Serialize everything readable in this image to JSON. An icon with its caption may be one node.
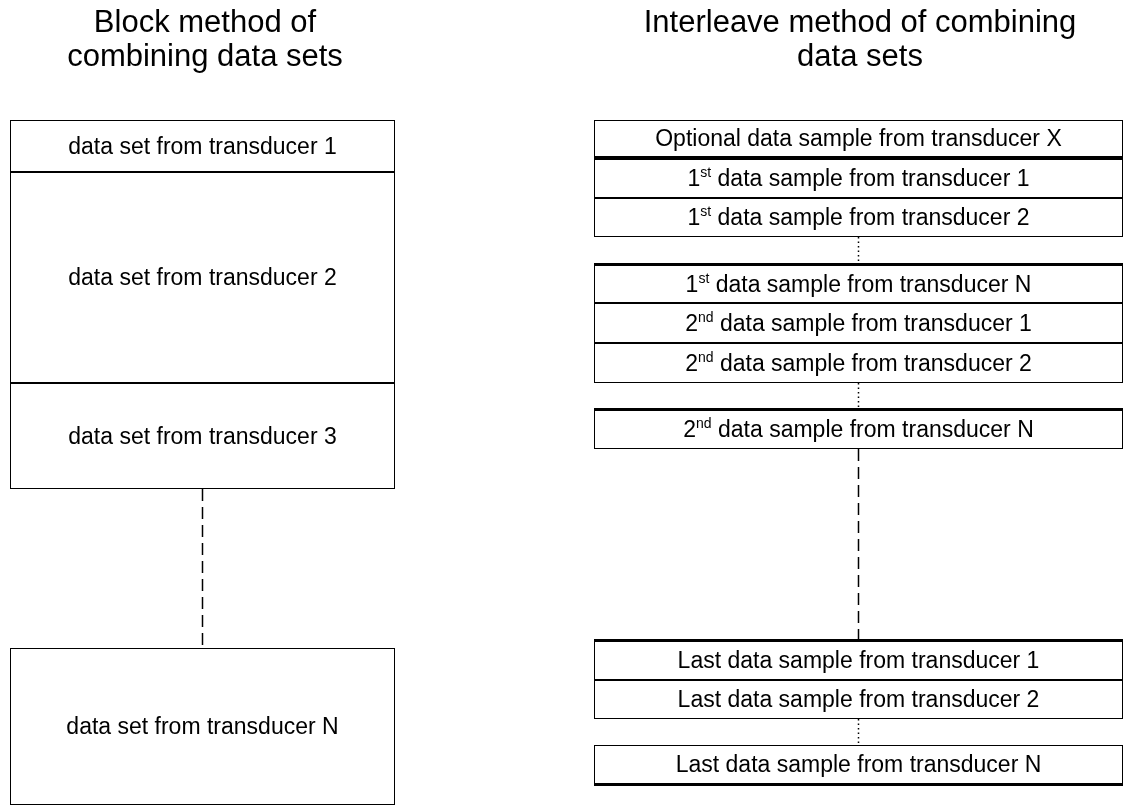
{
  "diagram": {
    "nodes": [
      {
        "text": [
          "data set from transducer 1"
        ]
      },
      {
        "text": [
          "data set from transducer 2"
        ]
      },
      {
        "text": [
          "data set from transducer 3"
        ]
      },
      {
        "text": [
          "data set from transducer N"
        ]
      },
      {
        "text": [
          "Optional data sample from transducer X"
        ]
      },
      {
        "text": [
          "1$^{st}$ data sample from transducer 1"
        ]
      },
      {
        "text": [
          "1$^{st}$ data sample from transducer 2"
        ]
      },
      {
        "text": [
          "1$^{st}$ data sample from transducer N"
        ]
      },
      {
        "text": [
          "2$^{nd}$ data sample from transducer 1"
        ]
      },
      {
        "text": [
          "2$^{nd}$ data sample from transducer 2"
        ]
      },
      {
        "text": [
          "2$^{nd}$ data sample from transducer N"
        ]
      },
      {
        "text": [
          "Last data sample from transducer 1"
        ]
      },
      {
        "text": [
          "Last data sample from transducer 2"
        ]
      },
      {
        "text": [
          "Last data sample from transducer N"
        ]
      }
    ],
    "edges": [
      {
        "from": 2,
        "to": 3,
        "arrow": "none",
        "style": "dashed"
      },
      {
        "from": 6,
        "to": 7,
        "arrow": "none",
        "style": "dashed"
      },
      {
        "from": 9,
        "to": 10,
        "arrow": "none",
        "style": "dashed"
      },
      {
        "from": 10,
        "to": 11,
        "arrow": "none",
        "style": "dashed"
      },
      {
        "from": 12,
        "to": 13,
        "arrow": "none",
        "style": "dashed"
      }
    ],
    "labels": [
      "Block method of combining data sets",
      "Interleave method of combining data sets"
    ]
  }
}
